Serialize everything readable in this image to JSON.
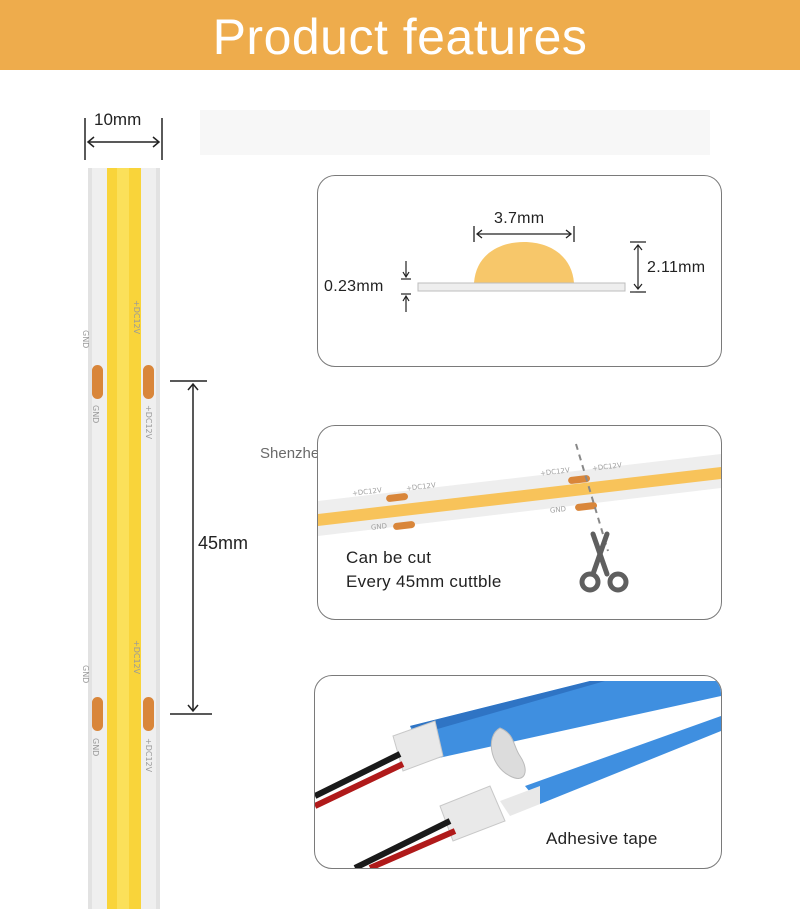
{
  "banner": {
    "title": "Product features"
  },
  "strip": {
    "width_label": "10mm",
    "cut_length_label": "45mm",
    "pad_label_plus": "+DC12V",
    "pad_label_gnd": "GND"
  },
  "cross_section": {
    "top_width_label": "3.7mm",
    "pcb_thickness_label": "0.23mm",
    "height_label": "2.11mm"
  },
  "watermark": "Shenzhen Kediya Technology Co., Ltd.",
  "cut_panel": {
    "line1": "Can be cut",
    "line2": "Every 45mm cuttble",
    "strip_label_plus": "+DC12V",
    "strip_label_gnd": "GND"
  },
  "tape_panel": {
    "label": "Adhesive tape"
  },
  "colors": {
    "banner": "#eeac4c",
    "led_yellow": "#f9d43a",
    "phosphor": "#f7c76a",
    "pcb": "#eeeeee",
    "copper_pad": "#d9863a",
    "tape_blue": "#3f8fe0",
    "wire_red": "#b01a1a"
  }
}
